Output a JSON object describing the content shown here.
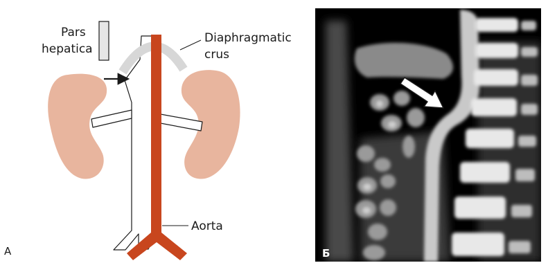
{
  "panel_a": {
    "letter": "A",
    "labels": {
      "pars_line1": "Pars",
      "pars_line2": "hepatica",
      "crus_line1": "Diaphragmatic",
      "crus_line2": "crus",
      "aorta": "Aorta"
    }
  },
  "panel_b": {
    "letter": "Б"
  },
  "colors": {
    "kidney": "#e8b59e",
    "aorta": "#c8461e",
    "crus": "#d7d7d7",
    "outline": "#1a1a1a",
    "ct_background": "#000000"
  }
}
